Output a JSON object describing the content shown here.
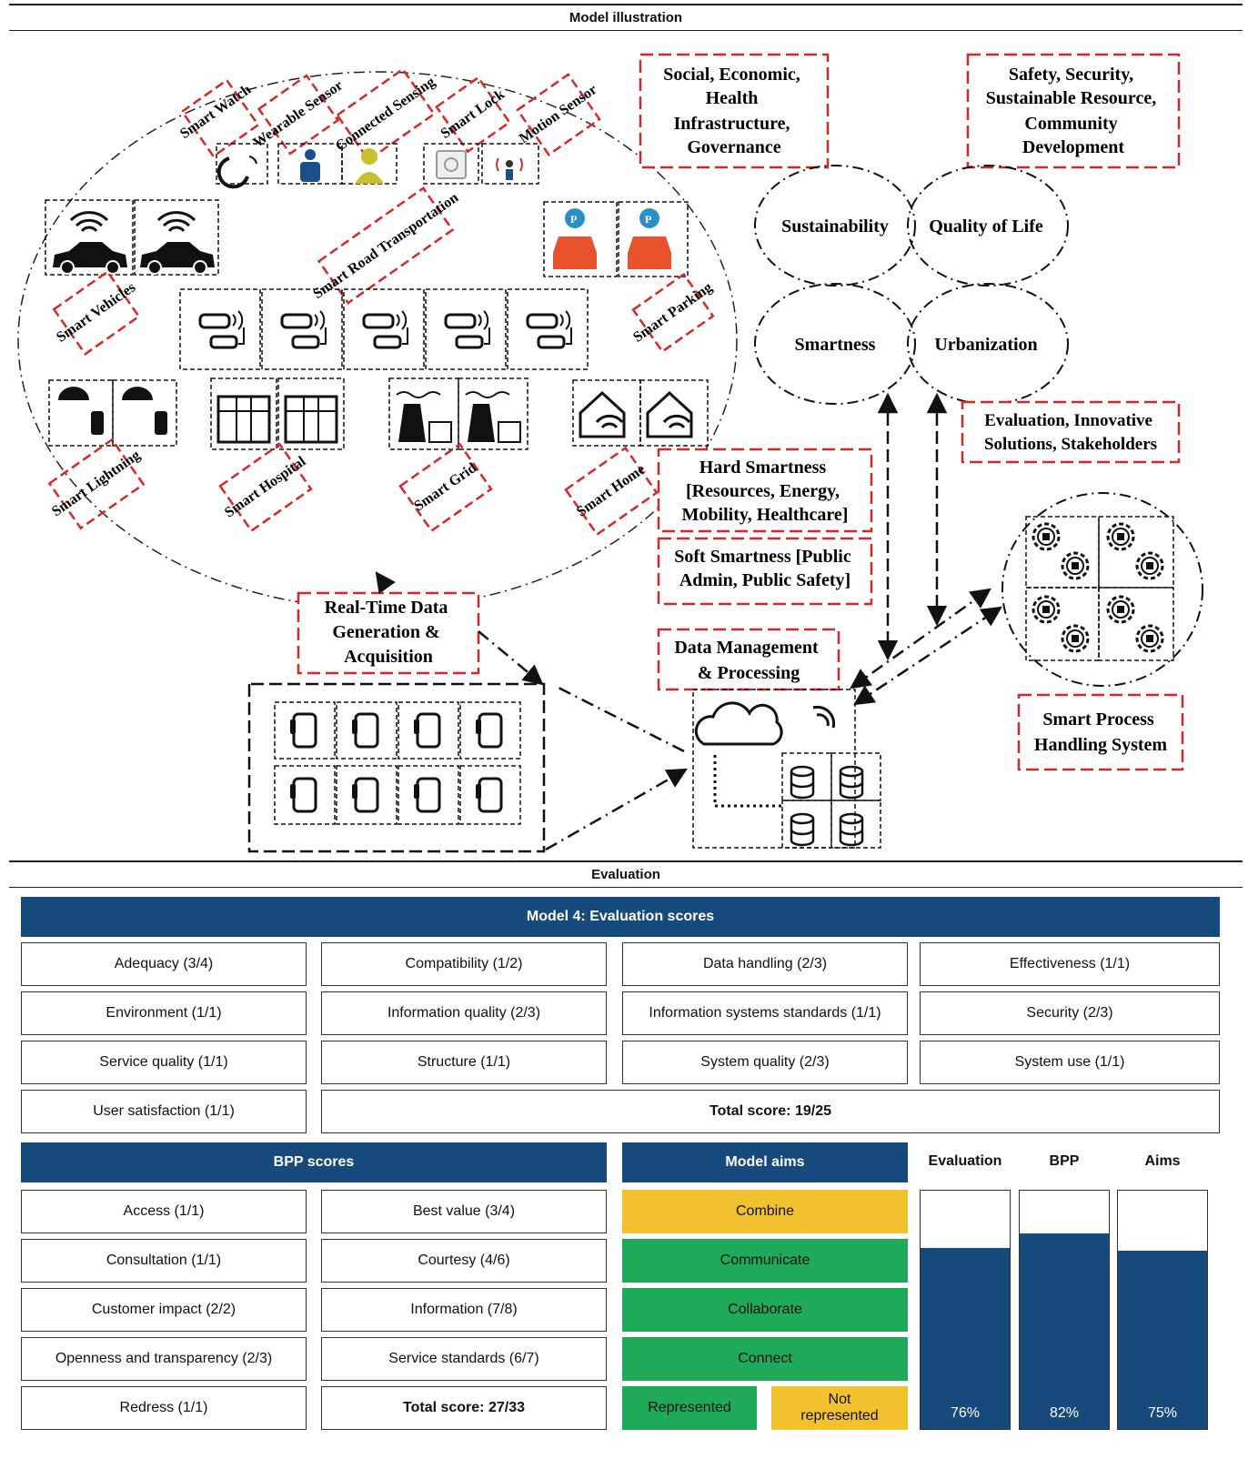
{
  "illustration": {
    "header": "Model illustration",
    "devices": {
      "smart_watch": "Smart Watch",
      "wearable_sensor": "Wearable Sensor",
      "connected_sensing": "Connected Sensing",
      "smart_lock": "Smart Lock",
      "motion_sensor": "Motion Sensor",
      "smart_vehicles": "Smart Vehicles",
      "smart_road": "Smart Road Transportation",
      "smart_parking": "Smart Parking",
      "smart_lightning": "Smart Lightning",
      "smart_hospital": "Smart Hospital",
      "smart_grid": "Smart Grid",
      "smart_home": "Smart Home"
    },
    "boxes": {
      "social_lines": [
        "Social, Economic,",
        "Health",
        "Infrastructure,",
        "Governance"
      ],
      "safety_lines": [
        "Safety, Security,",
        "Sustainable Resource,",
        "Community",
        "Development"
      ],
      "evaluation_lines": [
        "Evaluation, Innovative",
        "Solutions, Stakeholders"
      ],
      "hard_lines": [
        "Hard Smartness",
        "[Resources, Energy,",
        "Mobility, Healthcare]"
      ],
      "soft_lines": [
        "Soft Smartness [Public",
        "Admin, Public Safety]"
      ],
      "realtime_lines": [
        "Real-Time Data",
        "Generation &",
        "Acquisition"
      ],
      "datamgmt_lines": [
        "Data Management",
        "& Processing"
      ],
      "smartprocess_lines": [
        "Smart Process",
        "Handling System"
      ]
    },
    "circles": {
      "sustainability": "Sustainability",
      "quality_of_life": "Quality of Life",
      "smartness": "Smartness",
      "urbanization": "Urbanization"
    }
  },
  "evaluation": {
    "header": "Evaluation",
    "banner": "Model 4: Evaluation scores",
    "criteria": [
      "Adequacy (3/4)",
      "Compatibility (1/2)",
      "Data handling (2/3)",
      "Effectiveness (1/1)",
      "Environment (1/1)",
      "Information quality (2/3)",
      "Information systems standards (1/1)",
      "Security (2/3)",
      "Service quality (1/1)",
      "Structure (1/1)",
      "System quality (2/3)",
      "System use (1/1)",
      "User satisfaction (1/1)"
    ],
    "total": "Total score: 19/25"
  },
  "bpp": {
    "banner": "BPP scores",
    "items": [
      "Access (1/1)",
      "Best value (3/4)",
      "Consultation (1/1)",
      "Courtesy (4/6)",
      "Customer impact (2/2)",
      "Information (7/8)",
      "Openness and transparency (2/3)",
      "Service standards (6/7)",
      "Redress (1/1)"
    ],
    "total": "Total score: 27/33"
  },
  "aims": {
    "banner": "Model aims",
    "items": [
      {
        "label": "Combine",
        "status": "not_represented"
      },
      {
        "label": "Communicate",
        "status": "represented"
      },
      {
        "label": "Collaborate",
        "status": "represented"
      },
      {
        "label": "Connect",
        "status": "represented"
      }
    ],
    "legend_represented": "Represented",
    "legend_not_represented": "Not represented",
    "colors": {
      "represented": "#1faa59",
      "not_represented": "#f2c12e"
    }
  },
  "chart_data": {
    "type": "bar",
    "categories": [
      "Evaluation",
      "BPP",
      "Aims"
    ],
    "values": [
      76,
      82,
      75
    ],
    "value_labels": [
      "76%",
      "82%",
      "75%"
    ],
    "ylim": [
      0,
      100
    ],
    "color": "#174a7c"
  }
}
